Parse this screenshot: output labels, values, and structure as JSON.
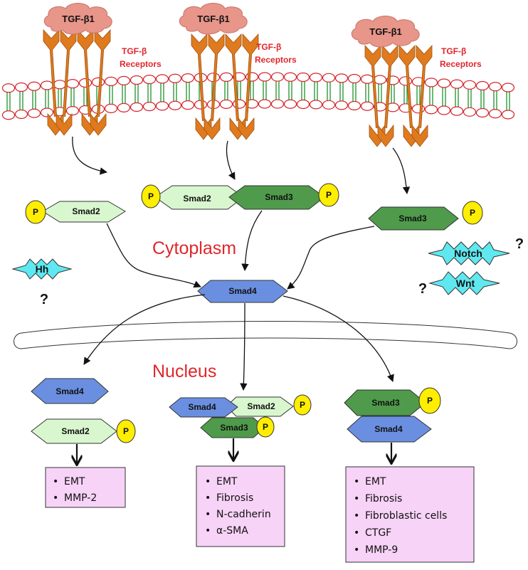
{
  "ligands": [
    "TGF-β1",
    "TGF-β1",
    "TGF-β1"
  ],
  "receptors": [
    {
      "line1": "TGF-β",
      "line2": "Receptors"
    },
    {
      "line1": "TGF-β",
      "line2": "Receptors"
    },
    {
      "line1": "TGF-β",
      "line2": "Receptors"
    }
  ],
  "regions": {
    "cytoplasm": "Cytoplasm",
    "nucleus": "Nucleus"
  },
  "smads": {
    "cyto_smad2_left": "Smad2",
    "cyto_smad2_center": "Smad2",
    "cyto_smad3_center": "Smad3",
    "cyto_smad3_right": "Smad3",
    "smad4_cyto": "Smad4",
    "nuc_left_smad4": "Smad4",
    "nuc_left_smad2": "Smad2",
    "nuc_center_smad4": "Smad4",
    "nuc_center_smad2": "Smad2",
    "nuc_center_smad3": "Smad3",
    "nuc_right_smad3": "Smad3",
    "nuc_right_smad4": "Smad4"
  },
  "phospho_label": "P",
  "signals": {
    "hh": "Hh",
    "notch": "Notch",
    "wnt": "Wnt",
    "unknown": "?"
  },
  "outcomes": {
    "left": [
      "EMT",
      "MMP-2"
    ],
    "center": [
      "EMT",
      "Fibrosis",
      "N-cadherin",
      "α-SMA"
    ],
    "right": [
      "EMT",
      "Fibrosis",
      "Fibroblastic cells",
      "CTGF",
      "MMP-9"
    ]
  },
  "bullet": "•",
  "colors": {
    "ligand_cloud": "#e8958a",
    "receptor": "#e07a1e",
    "membrane_head": "#d4242b",
    "membrane_tail": "#2f9a3a",
    "smad2": "#d9f7cf",
    "smad3": "#4f9b4b",
    "smad4": "#6b8fe0",
    "phospho": "#ffee00",
    "signal": "#5fe8f0",
    "outcome_box": "#f7d3f7",
    "region_text": "#e0262b"
  }
}
